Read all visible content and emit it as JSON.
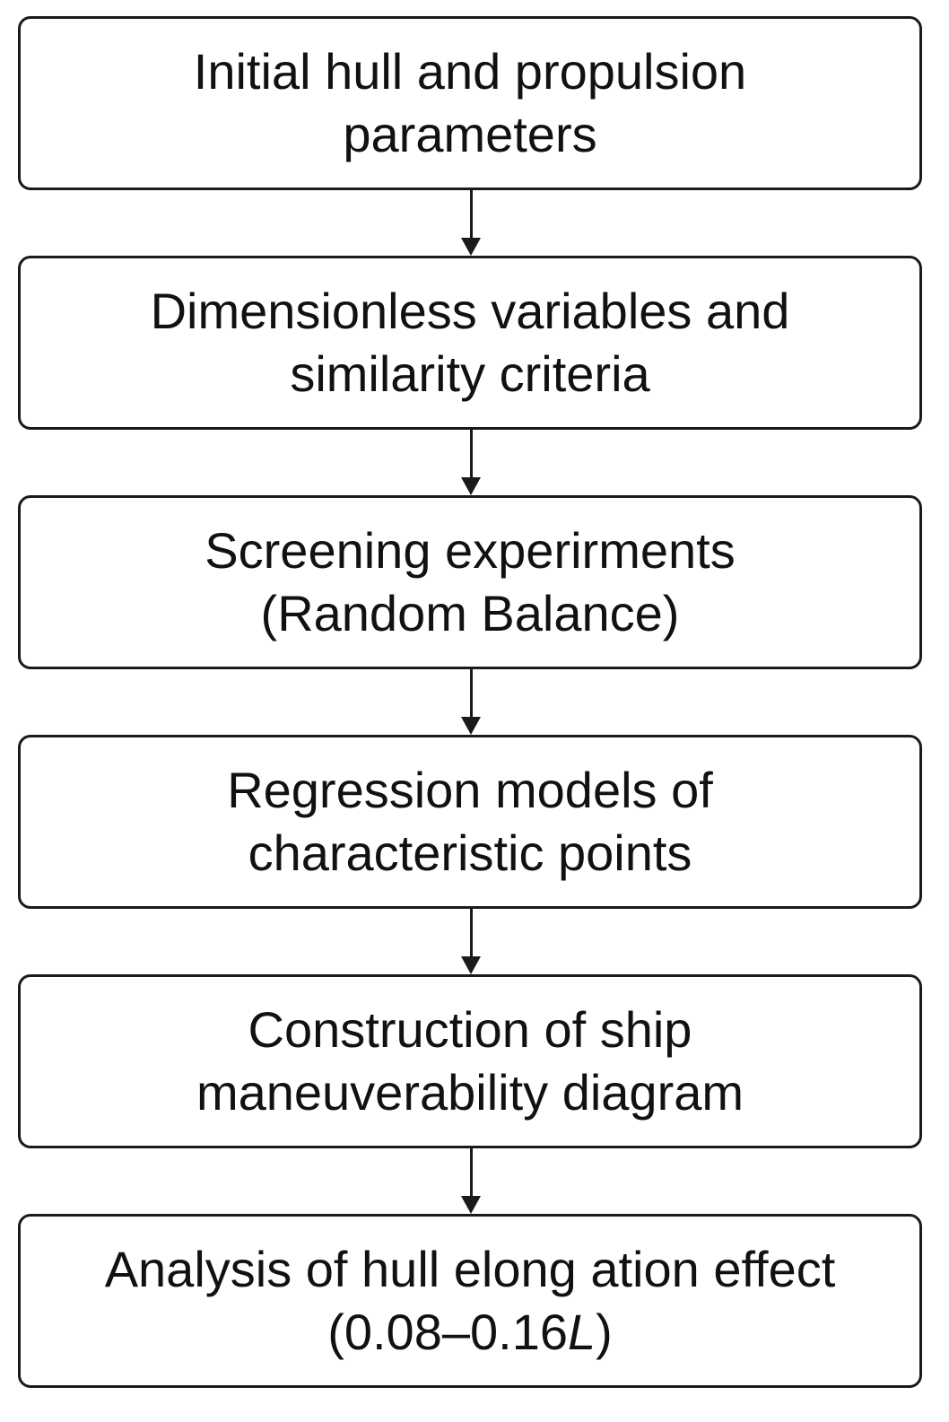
{
  "flowchart": {
    "steps": [
      {
        "lines": [
          "Initial hull and propulsion",
          "parameters"
        ]
      },
      {
        "lines": [
          "Dimensionless variables and",
          "similarity criteria"
        ]
      },
      {
        "lines": [
          "Screening experirments",
          "(Random Balance)"
        ]
      },
      {
        "lines": [
          "Regression models of",
          "characteristic points"
        ]
      },
      {
        "lines": [
          "Construction of ship",
          "maneuverability diagram"
        ]
      },
      {
        "lines": [
          "Analysis of hull elong ation effect",
          "(0.08–0.16"
        ],
        "italic_suffix": "L",
        "suffix": ")"
      }
    ]
  }
}
